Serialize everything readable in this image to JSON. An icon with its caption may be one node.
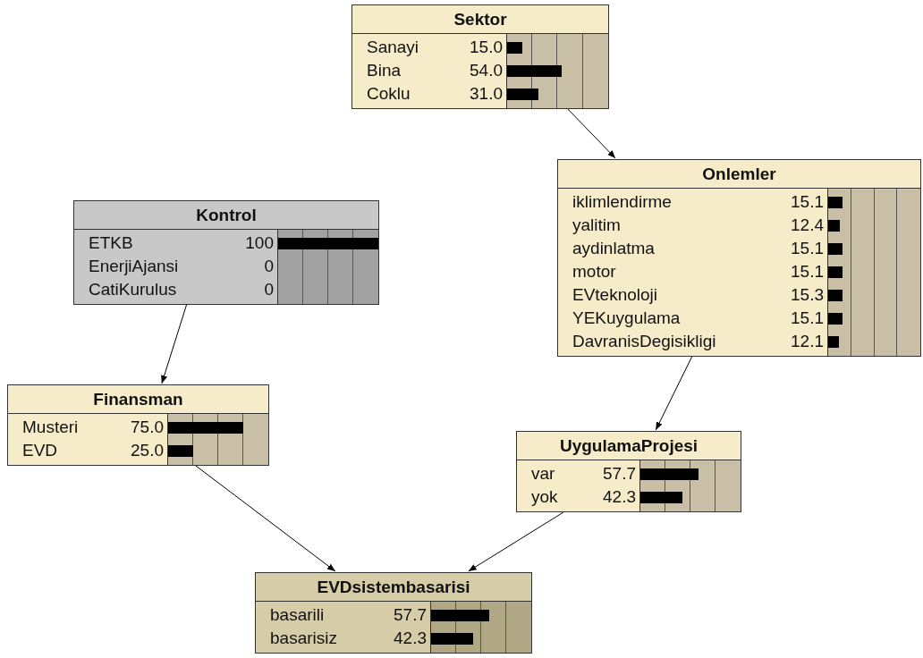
{
  "diagram": {
    "nodes": [
      {
        "text": [
          "Sektor",
          "Sanayi",
          "15.0",
          "Bina",
          "54.0",
          "Coklu",
          "31.0"
        ]
      },
      {
        "text": [
          "Onlemler",
          "iklimlendirme",
          "15.1",
          "yalitim",
          "12.4",
          "aydinlatma",
          "15.1",
          "motor",
          "15.1",
          "EVteknoloji",
          "15.3",
          "YEKuygulama",
          "15.1",
          "DavranisDegisikligi",
          "12.1"
        ]
      },
      {
        "text": [
          "Kontrol",
          "ETKB",
          "100",
          "EnerjiAjansi",
          "0",
          "CatiKurulus",
          "0"
        ]
      },
      {
        "text": [
          "Finansman",
          "Musteri",
          "75.0",
          "EVD",
          "25.0"
        ]
      },
      {
        "text": [
          "UygulamaProjesi",
          "var",
          "57.7",
          "yok",
          "42.3"
        ]
      },
      {
        "text": [
          "EVDsistembasarisi",
          "basarili",
          "57.7",
          "basarisiz",
          "42.3"
        ]
      }
    ],
    "edges": [
      {
        "from": 0,
        "to": 1,
        "arrow": "to"
      },
      {
        "from": 2,
        "to": 3,
        "arrow": "to"
      },
      {
        "from": 1,
        "to": 4,
        "arrow": "to"
      },
      {
        "from": 3,
        "to": 5,
        "arrow": "to"
      },
      {
        "from": 4,
        "to": 5,
        "arrow": "to"
      }
    ]
  }
}
